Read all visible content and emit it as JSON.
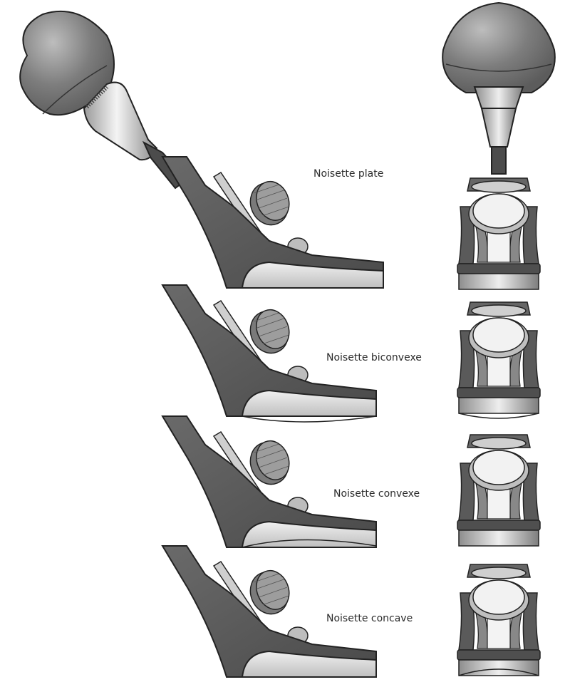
{
  "labels": {
    "flat": "Noisette plate",
    "biconvex": "Noisette biconvexe",
    "convex": "Noisette convexe",
    "concave": "Noisette concave"
  },
  "colors": {
    "body_dark": "#5a5a5a",
    "body_mid": "#8a8a8a",
    "body_light": "#d7d7d7",
    "highlight": "#f2f2f2",
    "outline": "#222222",
    "text": "#2b2b2b"
  },
  "icons": {
    "knob": "round-knob-icon",
    "plane_body": "plane-body-icon",
    "blade": "blade-icon",
    "adjuster": "adjuster-wheel-icon"
  }
}
